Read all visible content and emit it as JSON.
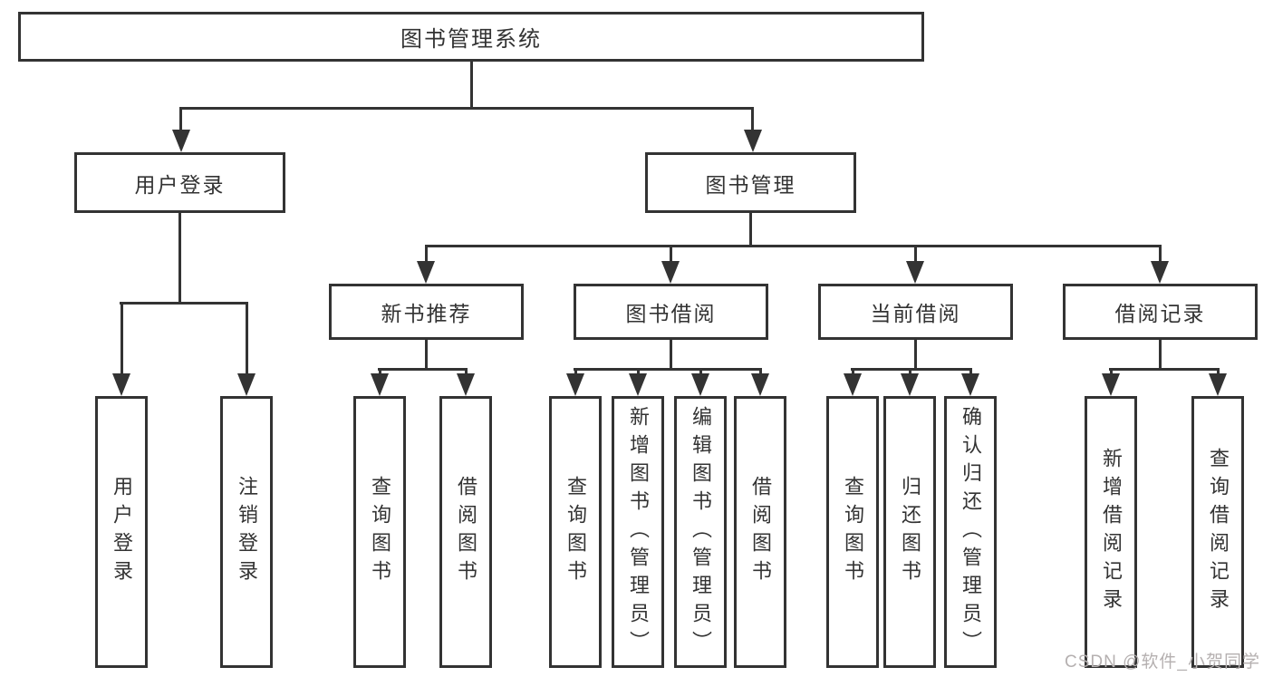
{
  "diagram": {
    "title_node": {
      "label": "图书管理系统"
    },
    "root": {
      "label": "图书管理系统"
    },
    "level2": [
      {
        "id": "user-login",
        "label": "用户登录"
      },
      {
        "id": "book-management",
        "label": "图书管理"
      }
    ],
    "level3": [
      {
        "id": "new-book-recommend",
        "label": "新书推荐"
      },
      {
        "id": "book-borrowing",
        "label": "图书借阅"
      },
      {
        "id": "current-borrowing",
        "label": "当前借阅"
      },
      {
        "id": "borrowing-records",
        "label": "借阅记录"
      }
    ],
    "leaves": [
      {
        "id": "user-login",
        "label": "用户登录"
      },
      {
        "id": "logout",
        "label": "注销登录"
      },
      {
        "id": "query-books-1",
        "label": "查询图书"
      },
      {
        "id": "borrow-books-1",
        "label": "借阅图书"
      },
      {
        "id": "query-books-2",
        "label": "查询图书"
      },
      {
        "id": "add-book-admin",
        "label": "新增图书（管理员）"
      },
      {
        "id": "edit-book-admin",
        "label": "编辑图书（管理员）"
      },
      {
        "id": "borrow-books-2",
        "label": "借阅图书"
      },
      {
        "id": "query-books-3",
        "label": "查询图书"
      },
      {
        "id": "return-book",
        "label": "归还图书"
      },
      {
        "id": "confirm-return-admin",
        "label": "确认归还（管理员）"
      },
      {
        "id": "add-borrow-record",
        "label": "新增借阅记录"
      },
      {
        "id": "query-borrow-record",
        "label": "查询借阅记录"
      }
    ],
    "colors": {
      "line": "#333333",
      "text": "#333333",
      "box_background": "#ffffff",
      "page_background": "#ffffff",
      "watermark": "#b5b0b0"
    }
  },
  "watermark": {
    "text": "CSDN @软件_小贺同学"
  }
}
